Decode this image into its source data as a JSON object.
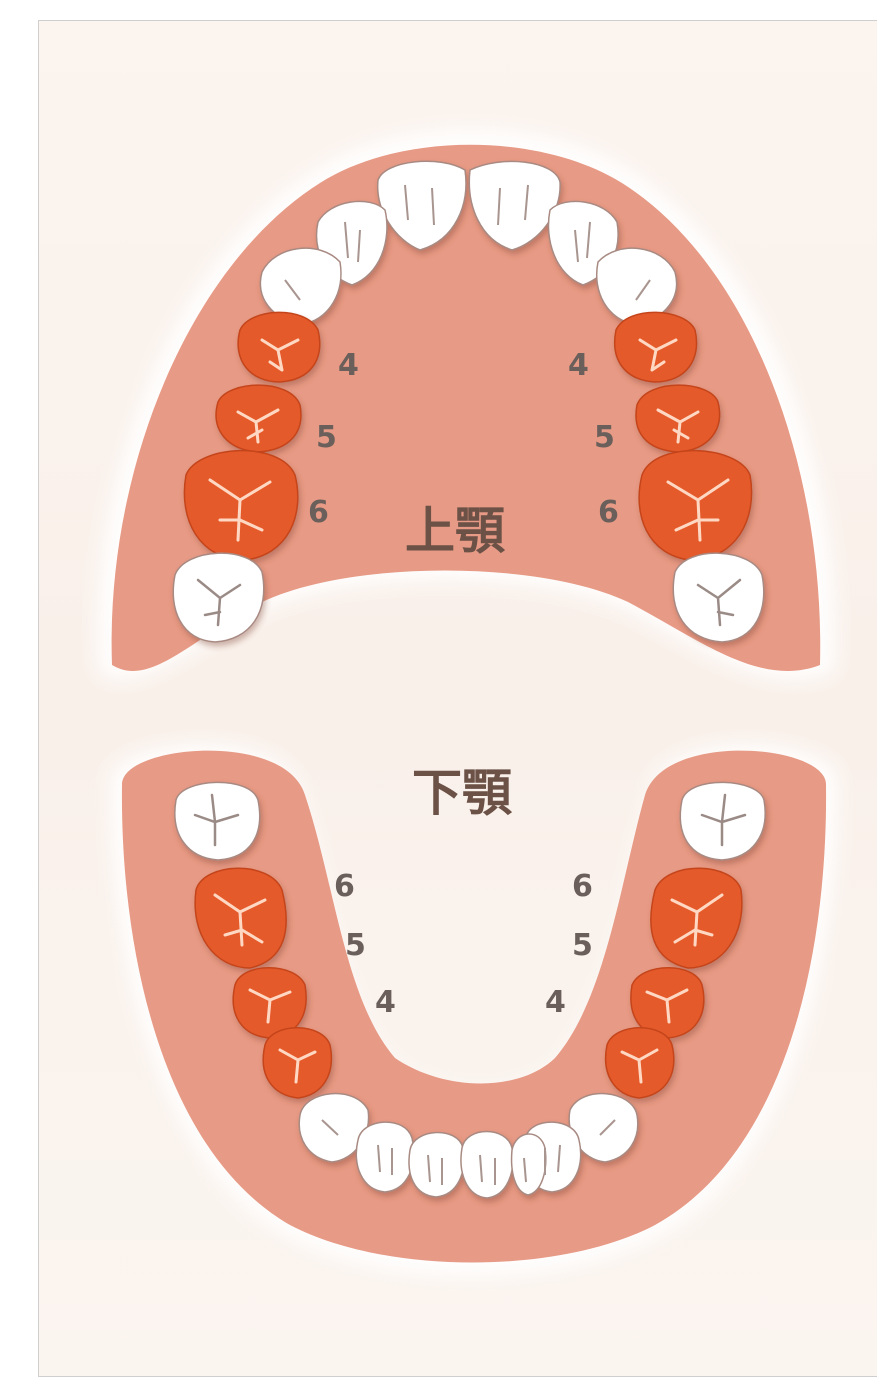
{
  "upper_jaw": {
    "label": "上顎",
    "left_numbers": [
      "4",
      "5",
      "6"
    ],
    "right_numbers": [
      "4",
      "5",
      "6"
    ]
  },
  "lower_jaw": {
    "label": "下顎",
    "left_numbers": [
      "6",
      "5",
      "4"
    ],
    "right_numbers": [
      "6",
      "5",
      "4"
    ]
  },
  "colors": {
    "gum": "#e79a85",
    "highlighted_tooth": "#e55a2a",
    "normal_tooth": "#ffffff",
    "background": "#fbf4ef"
  }
}
